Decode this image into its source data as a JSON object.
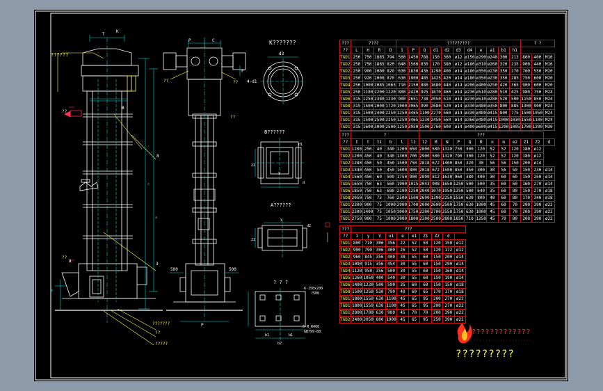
{
  "colors": {
    "background": "#8c9aaa",
    "sheet": "#000000",
    "frame": "#ffffff",
    "grid": "#d01010",
    "table_text": "#ffffff",
    "model_text": "#ffff40",
    "dim": "#00d8d8",
    "line": "#ffffff"
  },
  "drawing": {
    "front_view": {
      "top_callout": "??????",
      "left_labels": [
        "??",
        "??",
        "A"
      ],
      "dims": [
        "T",
        "K",
        "B",
        "8",
        "3",
        "c",
        "a",
        "e"
      ],
      "bottom_callouts": [
        "???????",
        "??",
        "?????"
      ]
    },
    "side_view": {
      "labels": [
        "P",
        "C",
        "??",
        "??",
        "F",
        "??"
      ],
      "dims_bottom": [
        "500",
        "500",
        "P"
      ]
    },
    "view_k": {
      "title": "K???????",
      "d3": "d3",
      "d1": "4-d1"
    },
    "view_b": {
      "title": "B??????",
      "marks": [
        "d1",
        "d",
        "y",
        "22"
      ]
    },
    "view_a": {
      "title": "A??????",
      "marks": [
        "d2",
        "y",
        "22"
      ]
    },
    "foundation": {
      "title": "? ? ?",
      "note1": "6-150x200",
      "note1b": "?500",
      "note2": "6-M_R400",
      "note2b": "GB799-88",
      "dims": [
        "b1",
        "b1",
        "b2"
      ]
    }
  },
  "table1": {
    "group_headers": [
      "???",
      "????",
      "?????????",
      "? ?"
    ],
    "col_headers": [
      "??",
      "L",
      "H",
      "R",
      "D",
      "1",
      "P",
      "Q",
      "d1",
      "d2",
      "d3",
      "d4",
      "e",
      "a1",
      "b1",
      "h1"
    ],
    "rows": [
      [
        "TGD160",
        "250",
        "750",
        "1885",
        "794",
        "560",
        "1450",
        "788",
        "150",
        "360",
        "ø12",
        "ø150",
        "ø290",
        "ø240",
        "300",
        "213",
        "860",
        "400",
        "M16"
      ],
      [
        "TGD200",
        "250",
        "750",
        "1885",
        "820",
        "640",
        "1560",
        "830",
        "170",
        "380",
        "ø12",
        "ø180",
        "ø310",
        "ø260",
        "320",
        "235",
        "900",
        "440",
        "M16"
      ],
      [
        "TGD250",
        "250",
        "900",
        "2000",
        "820",
        "630",
        "1830",
        "436",
        "1290",
        "400",
        "ø14",
        "ø180",
        "ø350",
        "ø230",
        "350",
        "270",
        "760",
        "550",
        "M20"
      ],
      [
        "TGD315",
        "250",
        "920",
        "2000",
        "870",
        "630",
        "1900",
        "485",
        "1425",
        "420",
        "ø14",
        "ø180",
        "ø350",
        "ø230",
        "350",
        "285",
        "750",
        "600",
        "M20"
      ],
      [
        "TGD400",
        "250",
        "1000",
        "2085",
        "1063",
        "710",
        "2150",
        "880",
        "1680",
        "440",
        "ø14",
        "ø200",
        "ø400",
        "ø250",
        "420",
        "365",
        "900",
        "600",
        "M20"
      ],
      [
        "TGD500",
        "250",
        "1100",
        "2200",
        "1220",
        "800",
        "2420",
        "925",
        "1870",
        "460",
        "ø14",
        "ø230",
        "ø510",
        "ø280",
        "510",
        "425",
        "980",
        "750",
        "M24"
      ],
      [
        "TGD630",
        "315",
        "1250",
        "2380",
        "1230",
        "900",
        "2651",
        "738",
        "2050",
        "510",
        "ø14",
        "ø230",
        "ø510",
        "ø280",
        "520",
        "500",
        "1150",
        "850",
        "M24"
      ],
      [
        "TGD800",
        "315",
        "1500",
        "2000",
        "1720",
        "1000",
        "3065",
        "990",
        "2680",
        "520",
        "ø14",
        "ø330",
        "ø480",
        "ø350",
        "800",
        "885",
        "1300",
        "900",
        "M24"
      ],
      [
        "TGD1000",
        "315",
        "1500",
        "2400",
        "2250",
        "1250",
        "3465",
        "1100",
        "2270",
        "560",
        "ø14",
        "ø330",
        "ø480",
        "ø415",
        "800",
        "775",
        "1500",
        "1050",
        "M24"
      ],
      [
        "TGD1250",
        "315",
        "1500",
        "2500",
        "2250",
        "1250",
        "3465",
        "1230",
        "2450",
        "560",
        "ø14",
        "ø360",
        "ø480",
        "ø415",
        "1000",
        "1030",
        "1550",
        "1100",
        "M24"
      ],
      [
        "TGD1600",
        "315",
        "1600",
        "3000",
        "2500",
        "1250",
        "3950",
        "1500",
        "2760",
        "600",
        "ø14",
        "ø400",
        "ø600",
        "ø415",
        "1200",
        "1005",
        "1700",
        "1200",
        "M30"
      ]
    ]
  },
  "table2": {
    "group_headers": [
      "???",
      "?",
      "???"
    ],
    "col_headers": [
      "??",
      "I",
      "t",
      "t1",
      "b",
      "l",
      "l1",
      "l2",
      "M",
      "N",
      "P",
      "Q",
      "R",
      "n",
      "m",
      "e2",
      "Z1",
      "Z2",
      "d"
    ],
    "rows": [
      [
        "TGD160",
        "1200",
        "250",
        "40",
        "340",
        "1200",
        "650",
        "2800",
        "500",
        "1320",
        "750",
        "300",
        "120",
        "52",
        "57",
        "120",
        "180",
        "ø12"
      ],
      [
        "TGD200",
        "1200",
        "450",
        "40",
        "340",
        "1300",
        "700",
        "2900",
        "500",
        "1320",
        "790",
        "300",
        "120",
        "52",
        "57",
        "120",
        "180",
        "ø12"
      ],
      [
        "TGD250",
        "1280",
        "450",
        "50",
        "450",
        "1500",
        "750",
        "2818",
        "672",
        "1400",
        "850",
        "320",
        "30",
        "56",
        "56",
        "150",
        "200",
        "ø14"
      ],
      [
        "TGD315",
        "1340",
        "450",
        "50",
        "450",
        "1600",
        "800",
        "2018",
        "672",
        "1500",
        "850",
        "350",
        "300",
        "30",
        "56",
        "50",
        "150",
        "230",
        "ø14"
      ],
      [
        "TGD400",
        "1560",
        "450",
        "60",
        "500",
        "1750",
        "900",
        "2890",
        "812",
        "1630",
        "960",
        "380",
        "400",
        "30",
        "60",
        "60",
        "150",
        "250",
        "ø14"
      ],
      [
        "TGD500",
        "1650",
        "750",
        "63",
        "560",
        "1900",
        "1015",
        "2043",
        "908",
        "1650",
        "1250",
        "500",
        "500",
        "35",
        "60",
        "60",
        "160",
        "270",
        "ø14"
      ],
      [
        "TGD630",
        "1850",
        "750",
        "63",
        "680",
        "2100",
        "1250",
        "2040",
        "1070",
        "1950",
        "1350",
        "500",
        "640",
        "35",
        "60",
        "80",
        "150",
        "270",
        "ø18"
      ],
      [
        "TGD800",
        "2050",
        "750",
        "75",
        "760",
        "2500",
        "1500",
        "2690",
        "1300",
        "2250",
        "1550",
        "630",
        "800",
        "40",
        "60",
        "80",
        "170",
        "340",
        "ø18"
      ],
      [
        "TGD1000",
        "2300",
        "900",
        "75",
        "1000",
        "2900",
        "1700",
        "2000",
        "2600",
        "2500",
        "1750",
        "630",
        "1000",
        "45",
        "60",
        "70",
        "200",
        "390",
        "ø22"
      ],
      [
        "TGD1250",
        "2300",
        "1400",
        "75",
        "1050",
        "3000",
        "1750",
        "2200",
        "2700",
        "2550",
        "1750",
        "630",
        "1000",
        "45",
        "60",
        "70",
        "200",
        "390",
        "ø22"
      ],
      [
        "TGD1600",
        "2750",
        "900",
        "75",
        "1000",
        "3000",
        "1800",
        "2200",
        "2500",
        "2800",
        "1850",
        "710",
        "1250",
        "45",
        "70",
        "80",
        "200",
        "390",
        "ø22"
      ]
    ]
  },
  "table3": {
    "group_headers": [
      "???",
      "???"
    ],
    "col_headers": [
      "??",
      "1",
      "y",
      "V",
      "u1",
      "e",
      "e1",
      "Z1",
      "Z2",
      "d"
    ],
    "rows": [
      [
        "TGD160",
        "800",
        "710",
        "306",
        "356",
        "22",
        "52",
        "50",
        "120",
        "150",
        "ø12"
      ],
      [
        "TGD200",
        "900",
        "790",
        "306",
        "400",
        "26",
        "52",
        "50",
        "120",
        "172",
        "ø12"
      ],
      [
        "TGD250",
        "960",
        "845",
        "356",
        "400",
        "30",
        "55",
        "60",
        "150",
        "200",
        "ø14"
      ],
      [
        "TGD315",
        "1090",
        "915",
        "356",
        "454",
        "30",
        "55",
        "60",
        "150",
        "200",
        "ø14"
      ],
      [
        "TGD400",
        "1120",
        "950",
        "356",
        "500",
        "30",
        "55",
        "60",
        "150",
        "160",
        "ø14"
      ],
      [
        "TGD500",
        "1260",
        "1050",
        "400",
        "540",
        "30",
        "55",
        "60",
        "150",
        "190",
        "ø14"
      ],
      [
        "TGD630",
        "1400",
        "1220",
        "500",
        "590",
        "35",
        "60",
        "60",
        "150",
        "150",
        "ø18"
      ],
      [
        "TGD800",
        "1500",
        "1250",
        "530",
        "790",
        "40",
        "60",
        "65",
        "170",
        "170",
        "ø18"
      ],
      [
        "TGD1000",
        "1800",
        "1550",
        "630",
        "1100",
        "45",
        "65",
        "95",
        "200",
        "270",
        "ø22"
      ],
      [
        "TGD1250",
        "1800",
        "1550",
        "630",
        "1100",
        "45",
        "65",
        "95",
        "200",
        "270",
        "ø22"
      ],
      [
        "TGD1600",
        "2000",
        "1700",
        "630",
        "900",
        "45",
        "70",
        "70",
        "200",
        "390",
        "ø22"
      ],
      [
        "TGD2000",
        "2400",
        "2050",
        "800",
        "1900",
        "45",
        "65",
        "95",
        "250",
        "390",
        "ø22"
      ]
    ]
  },
  "logo": {
    "title": "?????????????",
    "subtitle": "····················",
    "icon": "flame-logo-icon"
  },
  "bottom_title": "?????????"
}
